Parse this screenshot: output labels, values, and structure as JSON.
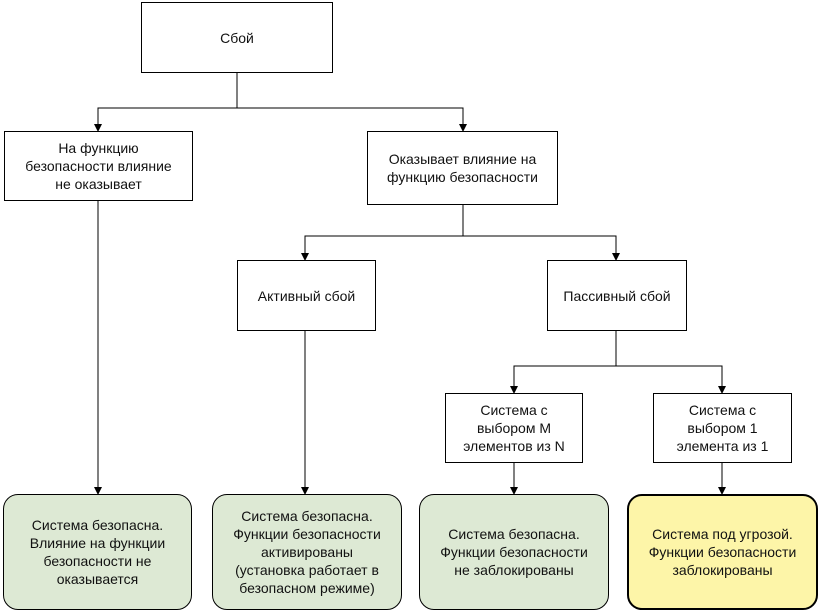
{
  "nodes": {
    "failure": "Сбой",
    "no_impact": "На функцию\nбезопасности влияние\nне оказывает",
    "impacts": "Оказывает влияние на\nфункцию безопасности",
    "active": "Активный сбой",
    "passive": "Пассивный сбой",
    "m_of_n": "Система с\nвыбором М\nэлементов из N",
    "one_of_one": "Система с\nвыбором 1\nэлемента из 1",
    "outcome_safe_no_impact": "Система безопасна.\nВлияние на функции\nбезопасности не\nоказывается",
    "outcome_safe_active": "Система безопасна.\nФункции безопасности\nактивированы\n(установка работает в\nбезопасном режиме)",
    "outcome_safe_not_blocked": "Система безопасна.\nФункции безопасности\nне заблокированы",
    "outcome_threat": "Система под угрозой.\nФункции безопасности\nзаблокированы"
  },
  "colors": {
    "safe_fill": "#dde9d4",
    "threat_fill": "#fdf5a8",
    "stroke": "#000000"
  }
}
